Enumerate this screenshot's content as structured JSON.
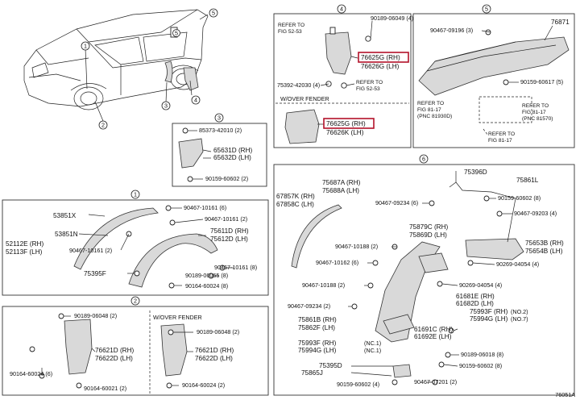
{
  "diagram_id": "76051A",
  "callouts": [
    "1",
    "2",
    "3",
    "4",
    "5",
    "6"
  ],
  "car": {
    "markers": [
      "1",
      "2",
      "3",
      "4",
      "5"
    ]
  },
  "s3": {
    "p1": "85373-42010 (2)",
    "p2": "65631D (RH)",
    "p3": "65632D (LH)",
    "p4": "90159-60602 (2)"
  },
  "s4": {
    "refer1": [
      "REFER TO",
      "FIG 52-53"
    ],
    "p1": "90189-06049 (4)",
    "p2_hl": "76625G (RH)",
    "p3": "76626G (LH)",
    "p4": "75392-42030 (4)",
    "refer2": [
      "REFER TO",
      "FIG 52-53"
    ],
    "wover": "W/OVER FENDER",
    "p5_hl": "76625G (RH)",
    "p6": "76626K (LH)"
  },
  "s5": {
    "p1": "90467-09196 (3)",
    "p2": "76871",
    "p3": "90159-60617 (5)",
    "ref1": [
      "REFER TO",
      "FIG 81-17",
      "(PNC 81930D)"
    ],
    "ref2": [
      "REFER TO",
      "FIG 81-17",
      "(PNC 81570)"
    ],
    "ref3": [
      "REFER TO",
      "FIG 81-17"
    ]
  },
  "s1": {
    "p1": "53851X",
    "p2": "53851N",
    "p3": "52112E (RH)",
    "p4": "52113F (LH)",
    "p5": "90467-10161 (6)",
    "p6": "90467-10161 (2)",
    "p7": "75611D (RH)",
    "p8": "75612D (LH)",
    "p9": "90467-10161 (2)",
    "p10": "90467-10161 (8)",
    "p11": "75395F",
    "p12": "90189-06065 (8)",
    "p13": "90164-60024 (8)"
  },
  "s2": {
    "p1": "90189-06048 (2)",
    "p2": "76621D (RH)",
    "p3": "76622D (LH)",
    "p4": "90164-60024 (6)",
    "p5": "90164-60021 (2)",
    "wover": "W/OVER FENDER",
    "p6": "90189-06048 (2)",
    "p7": "76621D (RH)",
    "p8": "76622D (LH)",
    "p9": "90164-60024 (2)"
  },
  "s6": {
    "p1": "67857K (RH)",
    "p2": "67858C (LH)",
    "p3": "75687A (RH)",
    "p4": "75688A (LH)",
    "p5": "75396D",
    "p6": "75861L",
    "p7": "90467-09234 (6)",
    "p8": "90159-60602 (8)",
    "p9": "90467-09203 (4)",
    "p10": "75879C (RH)",
    "p11": "75869D (LH)",
    "p12": "90467-10188 (2)",
    "p13": "75653B (RH)",
    "p14": "75654B (LH)",
    "p15": "90467-10162 (6)",
    "p16": "90269-04054 (4)",
    "p17": "90467-10188 (2)",
    "p18": "90269-04054 (4)",
    "p19": "61681E (RH)",
    "p20": "61682D (LH)",
    "p21": "90467-09234 (2)",
    "p22": "75993F (RH)",
    "p22n": "(NO.2)",
    "p23": "75994G (LH)",
    "p23n": "(NO.7)",
    "p24": "75861B (RH)",
    "p25": "75862F (LH)",
    "p26": "61691C (RH)",
    "p27": "61692E (LH)",
    "p28": "75993F (RH)",
    "p28n": "(NC.1)",
    "p29": "75994G (LH)",
    "p29n": "(NC.1)",
    "p30": "90189-06018 (8)",
    "p31": "90159-60602 (8)",
    "p32": "75865J",
    "p33": "75395D",
    "p34": "90159-60602 (4)",
    "p35": "90467-07201 (2)"
  },
  "colors": {
    "highlight": "#b3122a"
  }
}
